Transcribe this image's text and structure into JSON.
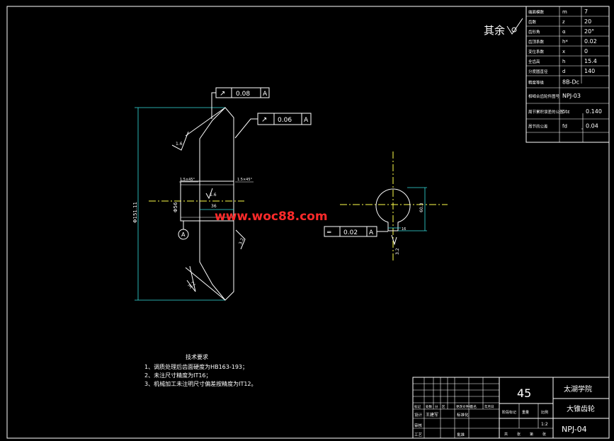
{
  "params_table": [
    {
      "name": "端面模数",
      "symbol": "m",
      "value": "7"
    },
    {
      "name": "齿数",
      "symbol": "z",
      "value": "20"
    },
    {
      "name": "齿形角",
      "symbol": "α",
      "value": "20°"
    },
    {
      "name": "齿顶系数",
      "symbol": "h*",
      "value": "0.02"
    },
    {
      "name": "变位系数",
      "symbol": "x",
      "value": "0"
    },
    {
      "name": "全齿高",
      "symbol": "h",
      "value": "15.4"
    },
    {
      "name": "分度圆直径",
      "symbol": "d",
      "value": "140"
    },
    {
      "name": "精度等级",
      "symbol": "",
      "value": "8B-Dc"
    },
    {
      "name": "相啮合齿轮件图号",
      "symbol": "",
      "value": "NPJ-03"
    },
    {
      "name": "周节累积误差的公差",
      "symbol": "δtε",
      "value": "0.140"
    },
    {
      "name": "周节的公差",
      "symbol": "fd",
      "value": "0.04"
    }
  ],
  "surface_note": "其余",
  "tolerance_frames": [
    {
      "symbol": "↗",
      "value": "0.08",
      "datum": "A"
    },
    {
      "symbol": "↗",
      "value": "0.06",
      "datum": "A"
    },
    {
      "symbol": "═",
      "value": "0.02",
      "datum": "A"
    }
  ],
  "dimensions": {
    "outer_dia": "Φ151.11",
    "bore_dia": "Φ56",
    "width": "36",
    "keyway_depth": "60.3",
    "keyway_width": "16",
    "chamfer_left": "1.5×45°",
    "chamfer_right": "1.5×45°",
    "ra_top": "1.6",
    "ra_bore": "1.6",
    "ra_side": "3.2",
    "ra_bottom": "3.2",
    "ra_key": "3.2"
  },
  "datum_label": "A",
  "watermark": "www.woc88.com",
  "tech_requirements": {
    "title": "技术要求",
    "items": [
      "1、调质处理后齿面硬度为HB163-193；",
      "2、未注尺寸精度为IT16；",
      "3、机械加工未注明尺寸偏差按精度为IT12。"
    ]
  },
  "title_block": {
    "material": "45",
    "school": "太湖学院",
    "part_name": "大锥齿轮",
    "drawing_no": "NPJ-04",
    "scale": "1:2",
    "header_labels": [
      "标记",
      "处数",
      "分",
      "区",
      "更改文件号",
      "签名",
      "年月日"
    ],
    "rows": [
      {
        "label": "设计",
        "name": "王建军",
        "extra": "标准化"
      },
      {
        "label": "审核",
        "name": "",
        "extra": ""
      },
      {
        "label": "工艺",
        "name": "",
        "extra": "批准"
      }
    ],
    "stage_labels": [
      "阶段标记",
      "重量",
      "比例"
    ],
    "sheet_labels": [
      "共",
      "张",
      "第",
      "张"
    ]
  },
  "colors": {
    "background": "#000000",
    "lines": "#ffffff",
    "centerlines": "#ffff4a",
    "dimensions": "#34e0e0",
    "watermark": "#ff2a2a"
  }
}
